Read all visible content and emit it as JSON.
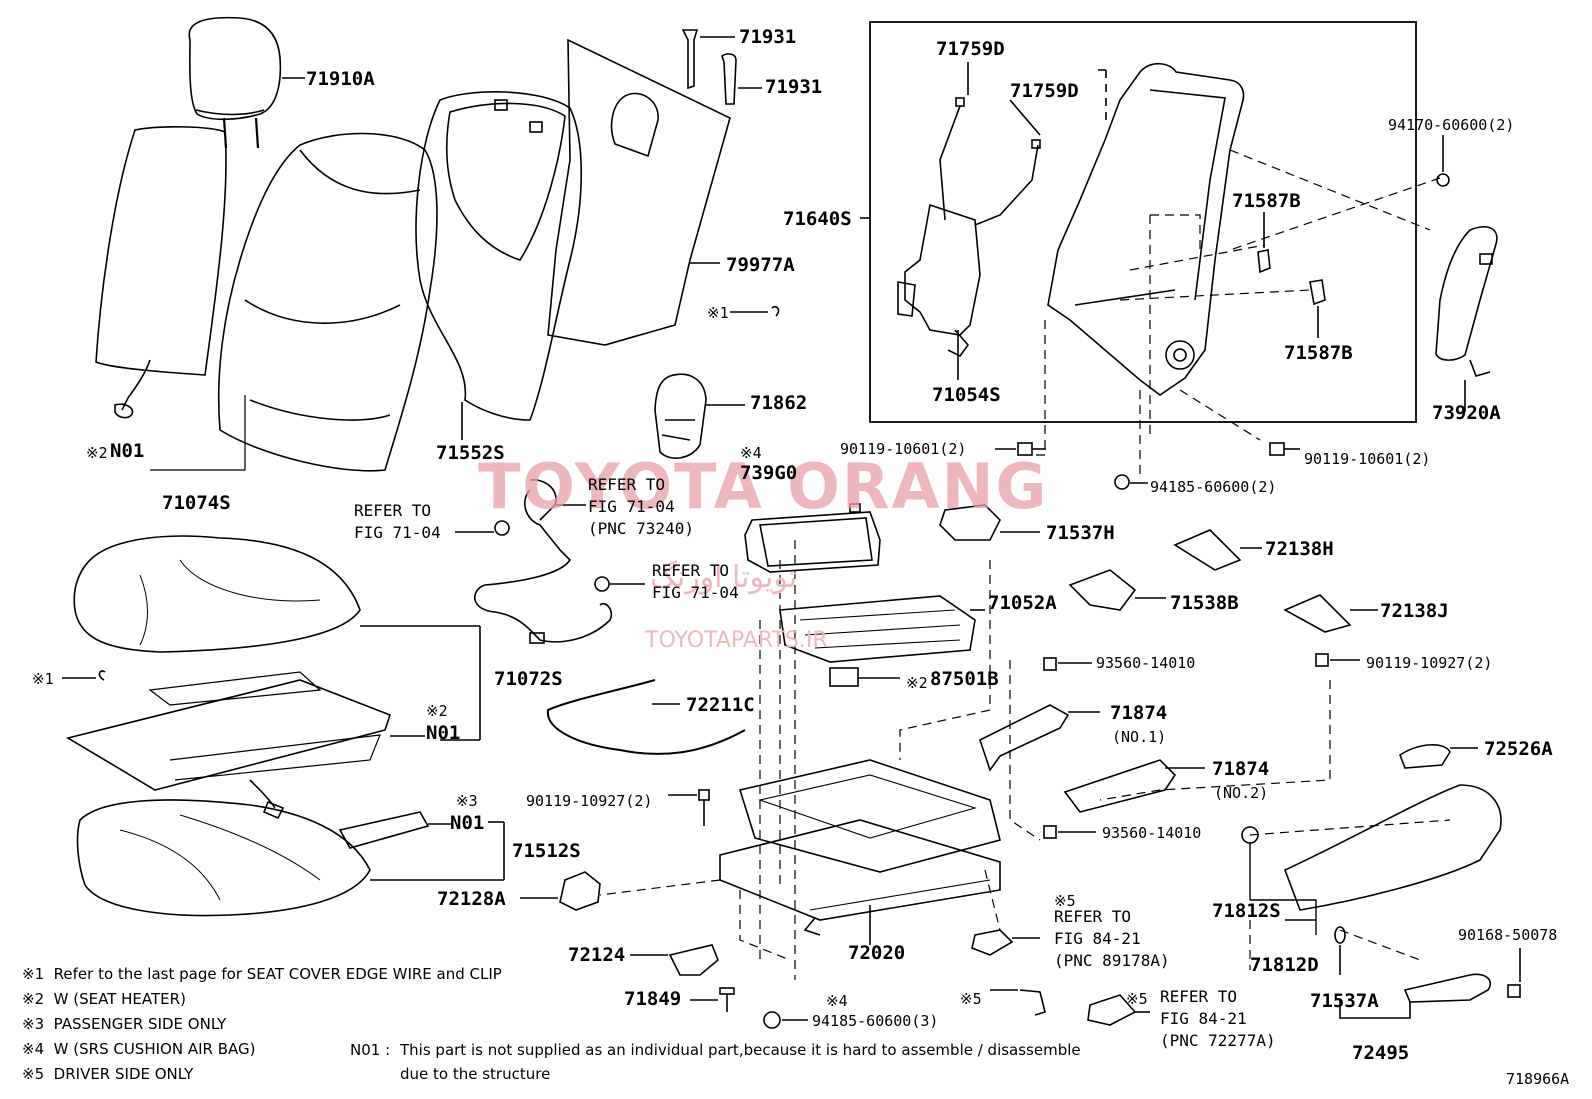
{
  "diagram_id": "718966A",
  "watermark": {
    "main": "TOYOTA ORANG",
    "sub": "TOYOTAPARTS.IR",
    "persian": "تویوتا اورنگ"
  },
  "parts": {
    "p71910A": "71910A",
    "p71931a": "71931",
    "p71931b": "71931",
    "p79977A": "79977A",
    "p71640S": "71640S",
    "p71759Da": "71759D",
    "p71759Db": "71759D",
    "p94170": "94170-60600(2)",
    "p71587Ba": "71587B",
    "p71587Bb": "71587B",
    "p71054S": "71054S",
    "p73920A": "73920A",
    "p71862": "71862",
    "p71552S": "71552S",
    "p71074S": "71074S",
    "pN01a": "N01",
    "p90119a": "90119-10601(2)",
    "p90119b": "90119-10601(2)",
    "p94185a": "94185-60600(2)",
    "p739G0": "739G0",
    "p71537H": "71537H",
    "p72138H": "72138H",
    "p71052A": "71052A",
    "p71538B": "71538B",
    "p72138J": "72138J",
    "p71072S": "71072S",
    "pN01b": "N01",
    "p72211C": "72211C",
    "p93560a": "93560-14010",
    "p90119c": "90119-10927(2)",
    "p87501B": "87501B",
    "p71874a": "71874",
    "p71874a_sub": "(NO.1)",
    "p71874b": "71874",
    "p71874b_sub": "(NO.2)",
    "p72526A": "72526A",
    "p90119d": "90119-10927(2)",
    "pN01c": "N01",
    "p71512S": "71512S",
    "p93560b": "93560-14010",
    "p72128A": "72128A",
    "p71812S": "71812S",
    "p71812D": "71812D",
    "p72124": "72124",
    "p72020": "72020",
    "p90168": "90168-50078",
    "p71849": "71849",
    "p94185b": "94185-60600(3)",
    "p71537A": "71537A",
    "p72495": "72495"
  },
  "marks": {
    "m1a": "※1",
    "m1b": "※1",
    "m2a": "※2",
    "m2b": "※2",
    "m2c": "※2",
    "m3": "※3",
    "m4a": "※4",
    "m4b": "※4",
    "m5a": "※5",
    "m5b": "※5",
    "m5c": "※5"
  },
  "refs": {
    "r1": "REFER TO\nFIG 71-04\n(PNC 73240)",
    "r2": "REFER TO\nFIG 71-04",
    "r3": "REFER TO\nFIG 71-04",
    "r4": "REFER TO\nFIG 84-21\n(PNC 89178A)",
    "r5": "REFER TO\nFIG 84-21\n(PNC 72277A)"
  },
  "notes": [
    {
      "mark": "※1",
      "text": "Refer to the last page for SEAT COVER EDGE WIRE and CLIP"
    },
    {
      "mark": "※2",
      "text": "W (SEAT HEATER)"
    },
    {
      "mark": "※3",
      "text": "PASSENGER SIDE ONLY"
    },
    {
      "mark": "※4",
      "text": "W (SRS CUSHION AIR BAG)"
    },
    {
      "mark": "※5",
      "text": "DRIVER SIDE ONLY"
    }
  ],
  "n01_note": {
    "label": "N01 :",
    "line1": "This part is not supplied as an individual part,because it is hard to assemble / disassemble",
    "line2": "due to the structure"
  }
}
